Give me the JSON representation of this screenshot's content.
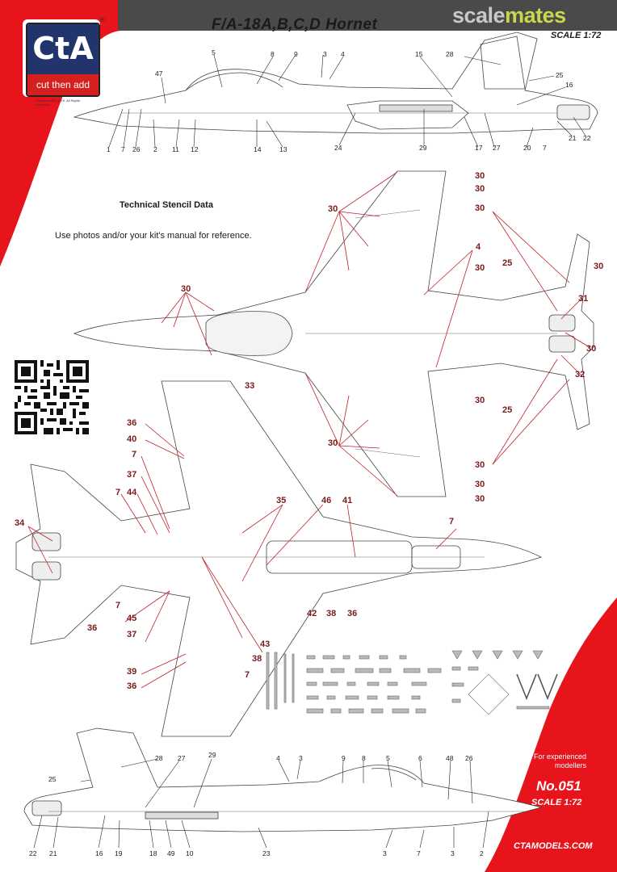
{
  "header": {
    "title": "F/A-18A,B,C,D Hornet",
    "scale": "SCALE 1:72",
    "watermark": {
      "part1": "scale",
      "part2": "mates"
    }
  },
  "logo": {
    "main": "CtA",
    "sub": "cut then add",
    "registered": "®",
    "copyright": "Cut then Add© 2019. All Rights Reserved."
  },
  "text": {
    "tech_title": "Technical Stencil Data",
    "tech_sub": "Use photos and/or your kit's manual for reference."
  },
  "footer": {
    "experienced": "For experienced modellers",
    "number": "No.051",
    "scale": "SCALE 1:72",
    "website": "CTAMODELS.COM"
  },
  "colors": {
    "accent": "#e8141b",
    "logo_blue": "#21346b",
    "logo_red": "#d62020",
    "header": "#4a4a4a"
  },
  "callouts": {
    "top_profile": [
      "5",
      "8",
      "9",
      "3",
      "4",
      "15",
      "28",
      "25",
      "16",
      "22",
      "21",
      "7",
      "20",
      "27",
      "17",
      "29",
      "24",
      "13",
      "14",
      "12",
      "11",
      "2",
      "26",
      "7",
      "1",
      "47"
    ],
    "top_view": [
      "30",
      "30",
      "30",
      "30",
      "30",
      "4",
      "30",
      "25",
      "31",
      "30",
      "30",
      "32",
      "25",
      "30",
      "30",
      "30",
      "30",
      "30",
      "33"
    ],
    "bottom_view": [
      "36",
      "40",
      "7",
      "37",
      "7",
      "44",
      "34",
      "35",
      "46",
      "41",
      "7",
      "36",
      "38",
      "42",
      "43",
      "38",
      "7",
      "45",
      "37",
      "39",
      "36",
      "7",
      "36"
    ],
    "bottom_profile": [
      "28",
      "27",
      "29",
      "25",
      "4",
      "3",
      "9",
      "8",
      "5",
      "6",
      "48",
      "26",
      "22",
      "21",
      "16",
      "19",
      "18",
      "49",
      "10",
      "23",
      "3",
      "7",
      "3",
      "2"
    ]
  }
}
